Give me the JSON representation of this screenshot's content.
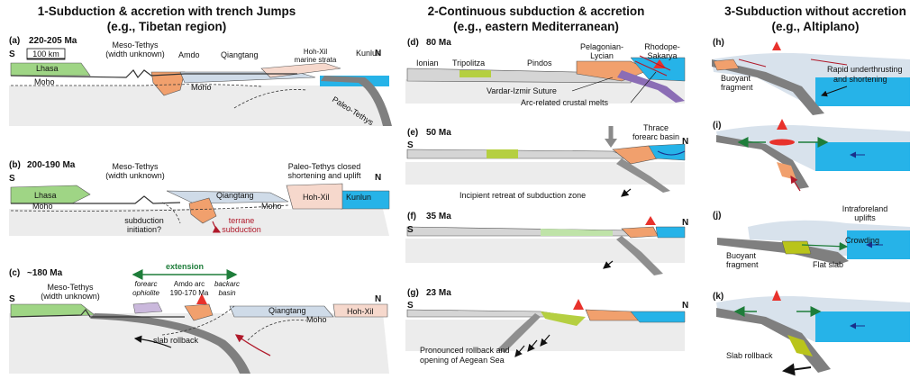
{
  "columns": [
    {
      "title": "1-Subduction & accretion with trench Jumps",
      "subtitle": "(e.g., Tibetan region)"
    },
    {
      "title": "2-Continuous subduction & accretion",
      "subtitle": "(e.g., eastern Mediterranean)"
    },
    {
      "title": "3-Subduction without accretion",
      "subtitle": "(e.g., Altiplano)"
    }
  ],
  "panels": {
    "a": {
      "tag": "(a)",
      "age": "220-205 Ma",
      "scale": "100 km",
      "S": "S",
      "N": "N",
      "labels": {
        "lhasa": "Lhasa",
        "moho1": "Moho",
        "meso": "Meso-Tethys",
        "meso2": "(width unknown)",
        "amdo": "Amdo",
        "qiangtang": "Qiangtang",
        "moho2": "Moho",
        "hohxil": "Hoh-Xil",
        "marine": "marine strata",
        "kunlun": "Kunlun",
        "paleo": "Paleo-Tethys"
      }
    },
    "b": {
      "tag": "(b)",
      "age": "200-190 Ma",
      "S": "S",
      "N": "N",
      "labels": {
        "meso": "Meso-Tethys",
        "meso2": "(width unknown)",
        "paleo1": "Paleo-Tethys closed",
        "paleo2": "shortening and uplift",
        "lhasa": "Lhasa",
        "moho1": "Moho",
        "qiangtang": "Qiangtang",
        "hohxil": "Hoh-Xil",
        "kunlun": "Kunlun",
        "moho2": "Moho",
        "init1": "subduction",
        "init2": "initiation?",
        "terrane1": "terrane",
        "terrane2": "subduction"
      }
    },
    "c": {
      "tag": "(c)",
      "age": "~180 Ma",
      "S": "S",
      "N": "N",
      "labels": {
        "extension": "extension",
        "meso": "Meso-Tethys",
        "meso2": "(width unknown)",
        "forearc1": "forearc",
        "forearc2": "ophiolite",
        "amdoarc": "Amdo arc",
        "amdoage": "190-170 Ma",
        "backarc1": "backarc",
        "backarc2": "basin",
        "qiangtang": "Qiangtang",
        "moho": "Moho",
        "hohxil": "Hoh-Xil",
        "rollback": "slab rollback"
      }
    },
    "d": {
      "tag": "(d)",
      "age": "80 Ma",
      "labels": {
        "ionian": "Ionian",
        "tripolitza": "Tripolitza",
        "pindos": "Pindos",
        "pelagonian1": "Pelagonian-",
        "pelagonian2": "Lycian",
        "rhodope1": "Rhodope-",
        "rhodope2": "Sakarya",
        "vardar": "Vardar-Izmir Suture",
        "arc": "Arc-related crustal melts"
      }
    },
    "e": {
      "tag": "(e)",
      "age": "50 Ma",
      "S": "S",
      "N": "N",
      "labels": {
        "thrace1": "Thrace",
        "thrace2": "forearc basin",
        "retreat": "Incipient retreat of subduction zone"
      }
    },
    "f": {
      "tag": "(f)",
      "age": "35 Ma",
      "S": "S",
      "N": "N"
    },
    "g": {
      "tag": "(g)",
      "age": "23 Ma",
      "S": "S",
      "N": "N",
      "labels": {
        "pron1": "Pronounced rollback and",
        "pron2": "opening of Aegean Sea"
      }
    },
    "h": {
      "tag": "(h)",
      "labels": {
        "buoy1": "Buoyant",
        "buoy2": "fragment",
        "rapid1": "Rapid underthrusting",
        "rapid2": "and shortening"
      }
    },
    "i": {
      "tag": "(i)"
    },
    "j": {
      "tag": "(j)",
      "labels": {
        "intra1": "Intraforeland",
        "intra2": "uplifts",
        "crowding": "Crowding",
        "buoy1": "Buoyant",
        "buoy2": "fragment",
        "flat": "Flat slab"
      }
    },
    "k": {
      "tag": "(k)",
      "labels": {
        "rollback": "Slab rollback"
      }
    }
  },
  "colors": {
    "lhasa": "#9fd585",
    "amdo": "#f1a06d",
    "qiangtang": "#cfdbe8",
    "hohxil": "#f6d8cc",
    "kunlun": "#26b3e8",
    "ocean": "#26b3e8",
    "mantle": "#e8e8e8",
    "slab": "#7f7f7f",
    "arc": "#e8322c",
    "extension": "#1e7d3a",
    "terrane": "#b0192a",
    "pindos": "#b9b9b9",
    "pelagonian": "#f1a06d",
    "vardar": "#8b6db5",
    "tripolitza": "#b5cf41",
    "buoyant": "#b9c41b",
    "thrust": "#2b3ea8"
  }
}
